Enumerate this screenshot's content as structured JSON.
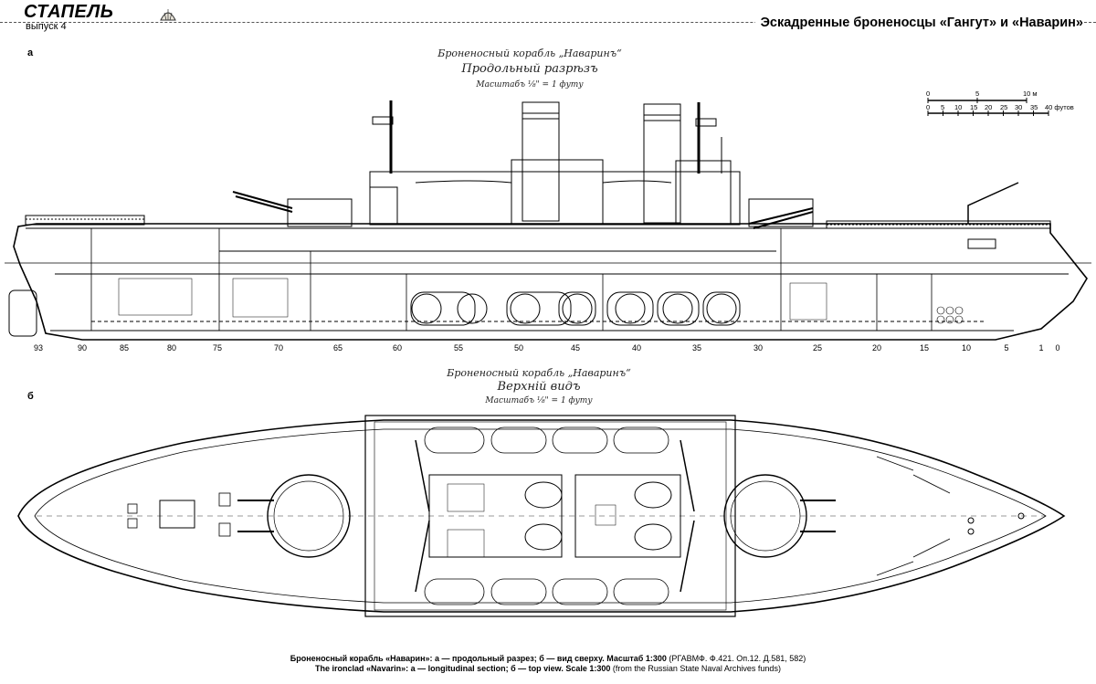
{
  "header": {
    "logo_title": "СТАПЕЛЬ",
    "logo_issue": "выпуск 4",
    "article_title": "Эскадренные броненосцы «Гангут» и «Наварин»"
  },
  "sections": {
    "a_label": "а",
    "b_label": "б"
  },
  "section_a": {
    "hand_title_1": "Броненосный корабль „Наваринъ“",
    "hand_title_2": "Продольный разрѣзъ",
    "hand_scale": "Масштабъ ⅛\" = 1 футу"
  },
  "section_b": {
    "hand_title_1": "Броненосный корабль „Наваринъ“",
    "hand_title_2": "Верхній видъ",
    "hand_scale": "Масштабъ ⅛\" = 1 футу"
  },
  "scale_bar": {
    "meters": [
      "0",
      "5",
      "10 м"
    ],
    "feet": [
      "0",
      "5",
      "10",
      "15",
      "20",
      "25",
      "30",
      "35",
      "40 футов"
    ]
  },
  "frame_numbers": [
    "93",
    "90",
    "85",
    "80",
    "75",
    "70",
    "65",
    "60",
    "55",
    "50",
    "45",
    "40",
    "35",
    "30",
    "25",
    "20",
    "15",
    "10",
    "5",
    "1",
    "0"
  ],
  "caption": {
    "ru_bold": "Броненосный корабль «Наварин»: а — продольный разрез; б — вид сверху. Масштаб 1:300",
    "ru_src": " (РГАВМФ. Ф.421. Оп.12. Д.581, 582)",
    "en_bold": "The ironclad «Navarin»: а — longitudinal section; б — top view. Scale 1:300",
    "en_src": " (from the Russian State Naval Archives funds)"
  }
}
